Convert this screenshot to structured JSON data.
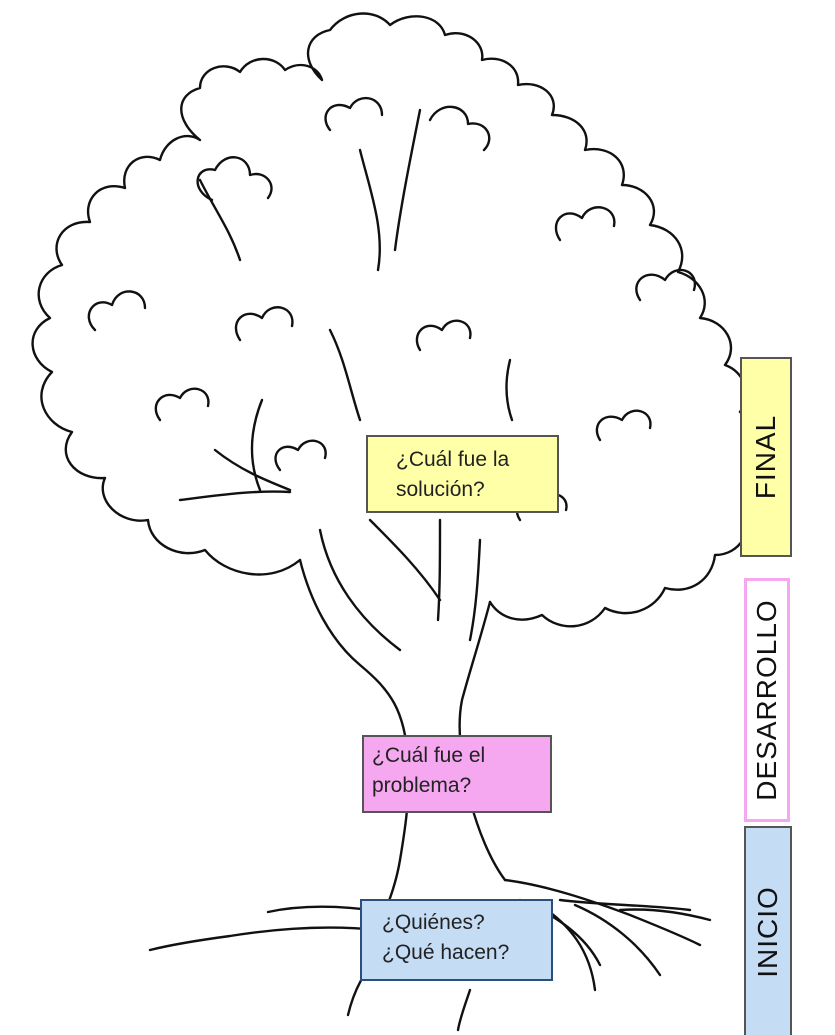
{
  "colors": {
    "final": "#ffffa8",
    "desarrollo": "#f5a8f0",
    "inicio": "#c5dcf5",
    "outline": "#111111"
  },
  "boxes": {
    "solucion": {
      "line1": "¿Cuál fue la",
      "line2": "solución?"
    },
    "problema": {
      "line1": "¿Cuál fue el",
      "line2": "problema?"
    },
    "quienes": {
      "line1": "¿Quiénes?",
      "line2": "¿Qué hacen?"
    }
  },
  "labels": {
    "final": "FINAL",
    "desarrollo": "DESARROLLO",
    "inicio": "INICIO"
  }
}
